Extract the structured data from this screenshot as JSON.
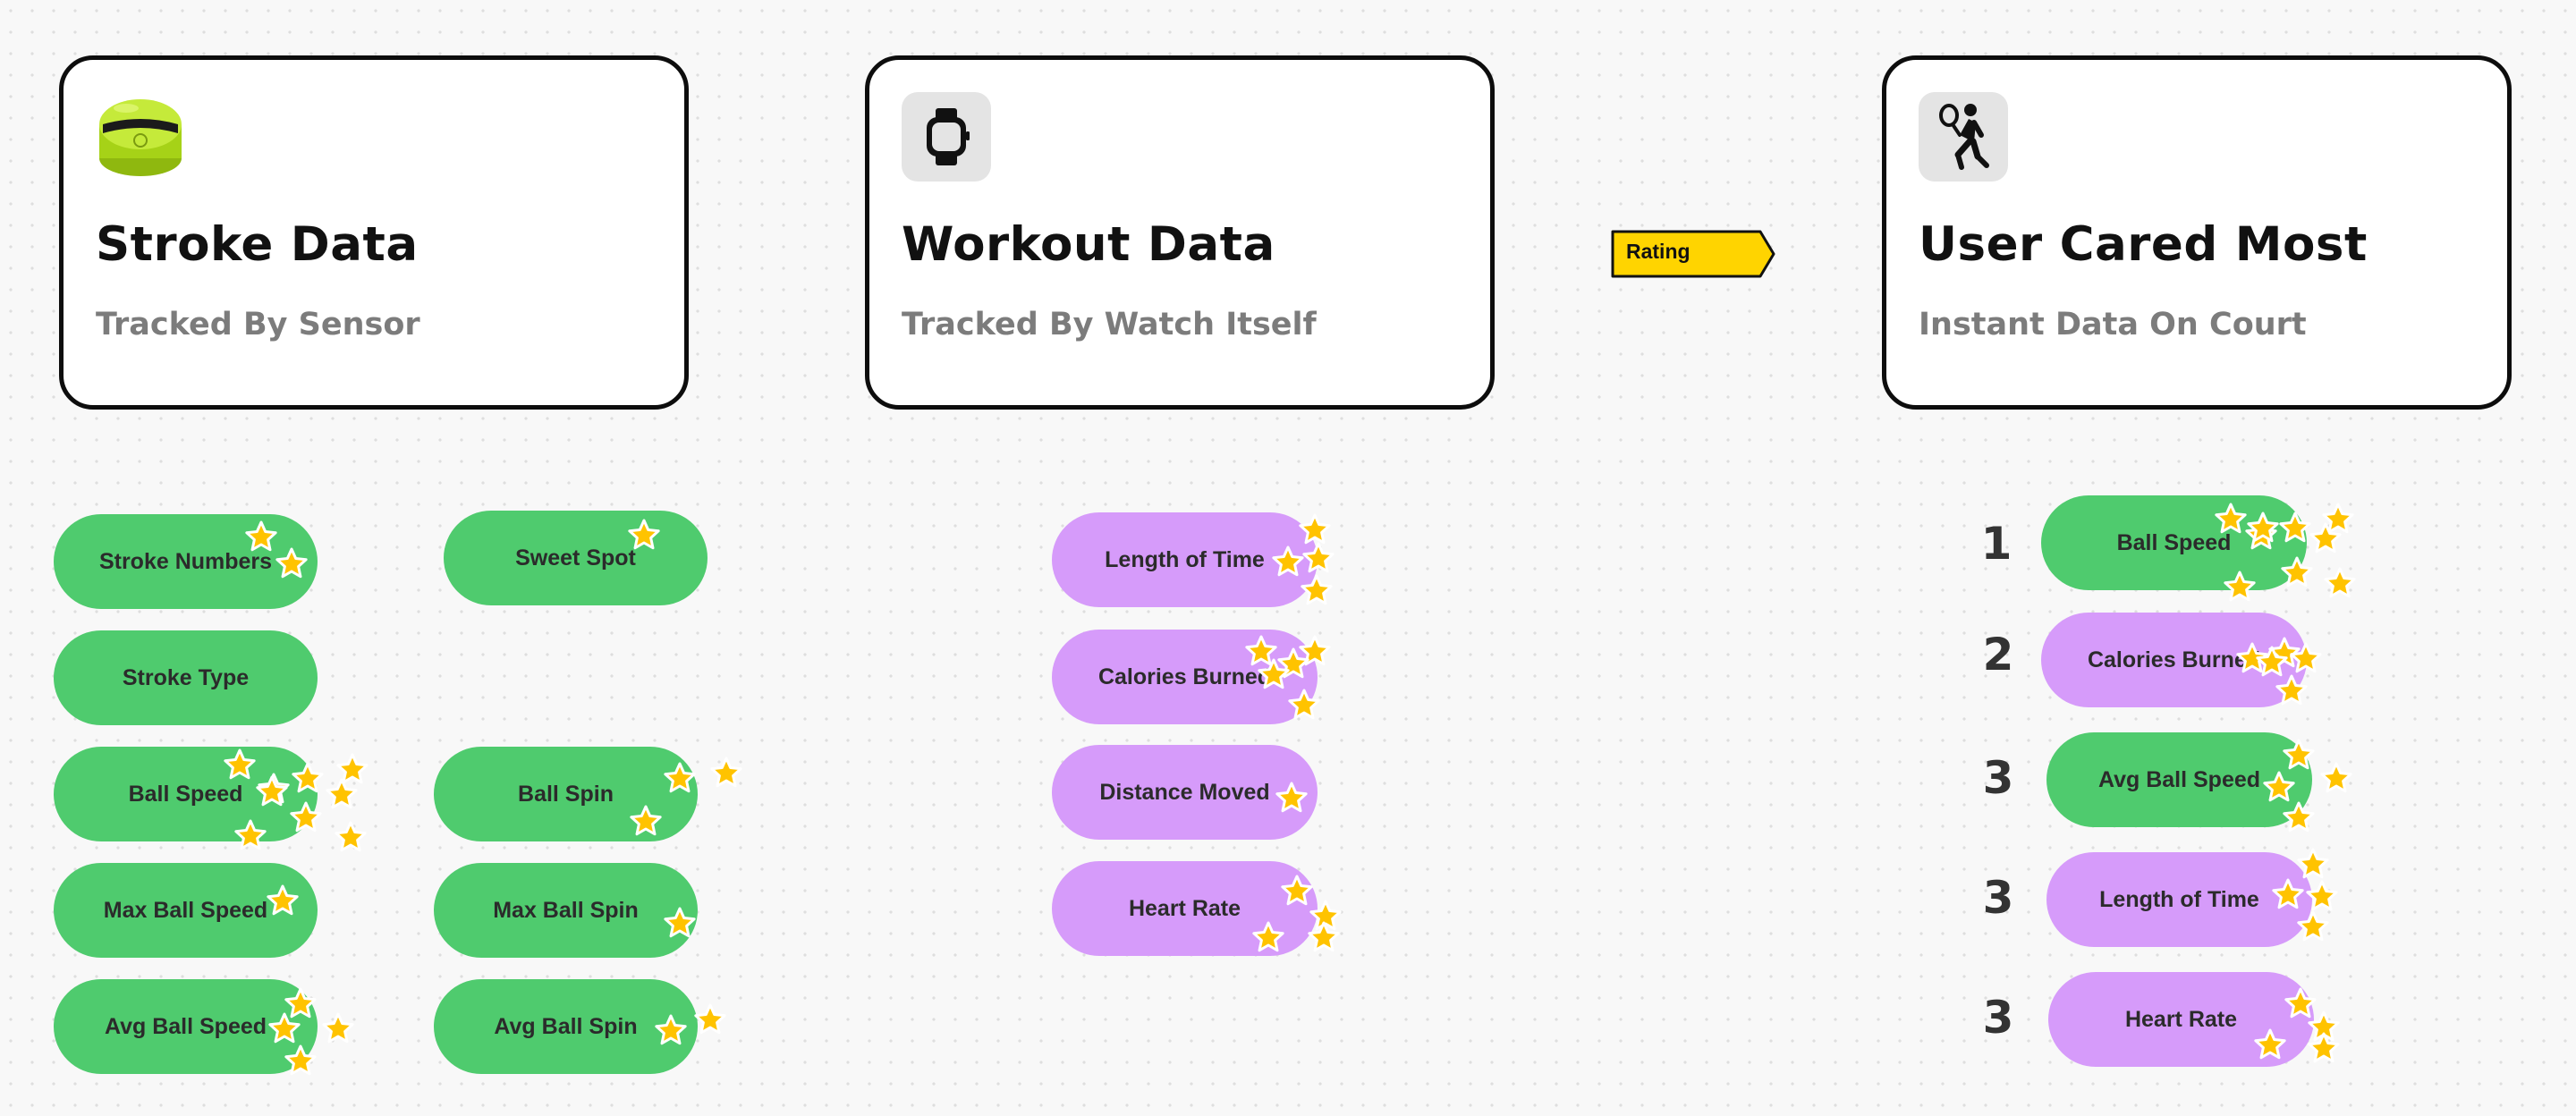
{
  "cards": {
    "stroke": {
      "title": "Stroke Data",
      "subtitle": "Tracked By Sensor",
      "icon": "tennis-sensor-icon"
    },
    "workout": {
      "title": "Workout Data",
      "subtitle": "Tracked By Watch Itself",
      "icon": "smartwatch-icon"
    },
    "cared": {
      "title": "User Cared Most",
      "subtitle": "Instant Data On Court",
      "icon": "tennis-player-icon"
    }
  },
  "rating_tag": {
    "label": "Rating",
    "color": "#ffd400"
  },
  "colors": {
    "stroke_pill": "#4fcb6e",
    "workout_pill": "#d69bfa",
    "star": "#ffc300"
  },
  "stroke_metrics": [
    {
      "label": "Stroke Numbers",
      "stars": 2
    },
    {
      "label": "Sweet Spot",
      "stars": 1
    },
    {
      "label": "Stroke Type",
      "stars": 0
    },
    {
      "label": "Ball Speed",
      "stars": 9
    },
    {
      "label": "Ball Spin",
      "stars": 3
    },
    {
      "label": "Max Ball Speed",
      "stars": 1
    },
    {
      "label": "Max Ball Spin",
      "stars": 1
    },
    {
      "label": "Avg Ball Speed",
      "stars": 4
    },
    {
      "label": "Avg Ball Spin",
      "stars": 2
    }
  ],
  "workout_metrics": [
    {
      "label": "Length of Time",
      "stars": 4
    },
    {
      "label": "Calories Burned",
      "stars": 5
    },
    {
      "label": "Distance Moved",
      "stars": 1
    },
    {
      "label": "Heart Rate",
      "stars": 4
    }
  ],
  "ranking": [
    {
      "rank": "1",
      "label": "Ball Speed",
      "stars": 9
    },
    {
      "rank": "2",
      "label": "Calories Burned",
      "stars": 5
    },
    {
      "rank": "3",
      "label": "Avg Ball Speed",
      "stars": 4
    },
    {
      "rank": "3",
      "label": "Length of Time",
      "stars": 4
    },
    {
      "rank": "3",
      "label": "Heart Rate",
      "stars": 4
    }
  ]
}
